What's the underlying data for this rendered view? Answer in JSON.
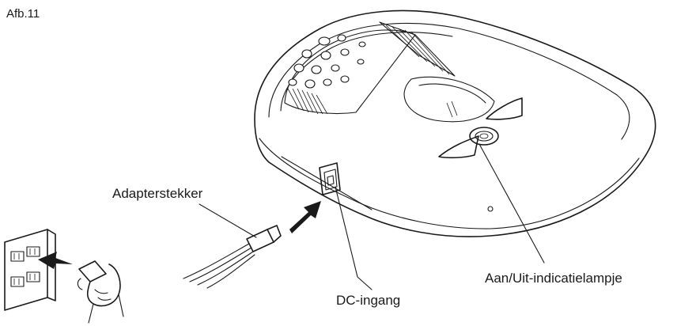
{
  "figure_label": "Afb.11",
  "callouts": {
    "adapter_plug": "Adapterstekker",
    "dc_input": "DC-ingang",
    "power_indicator": "Aan/Uit-indicatielampje"
  }
}
